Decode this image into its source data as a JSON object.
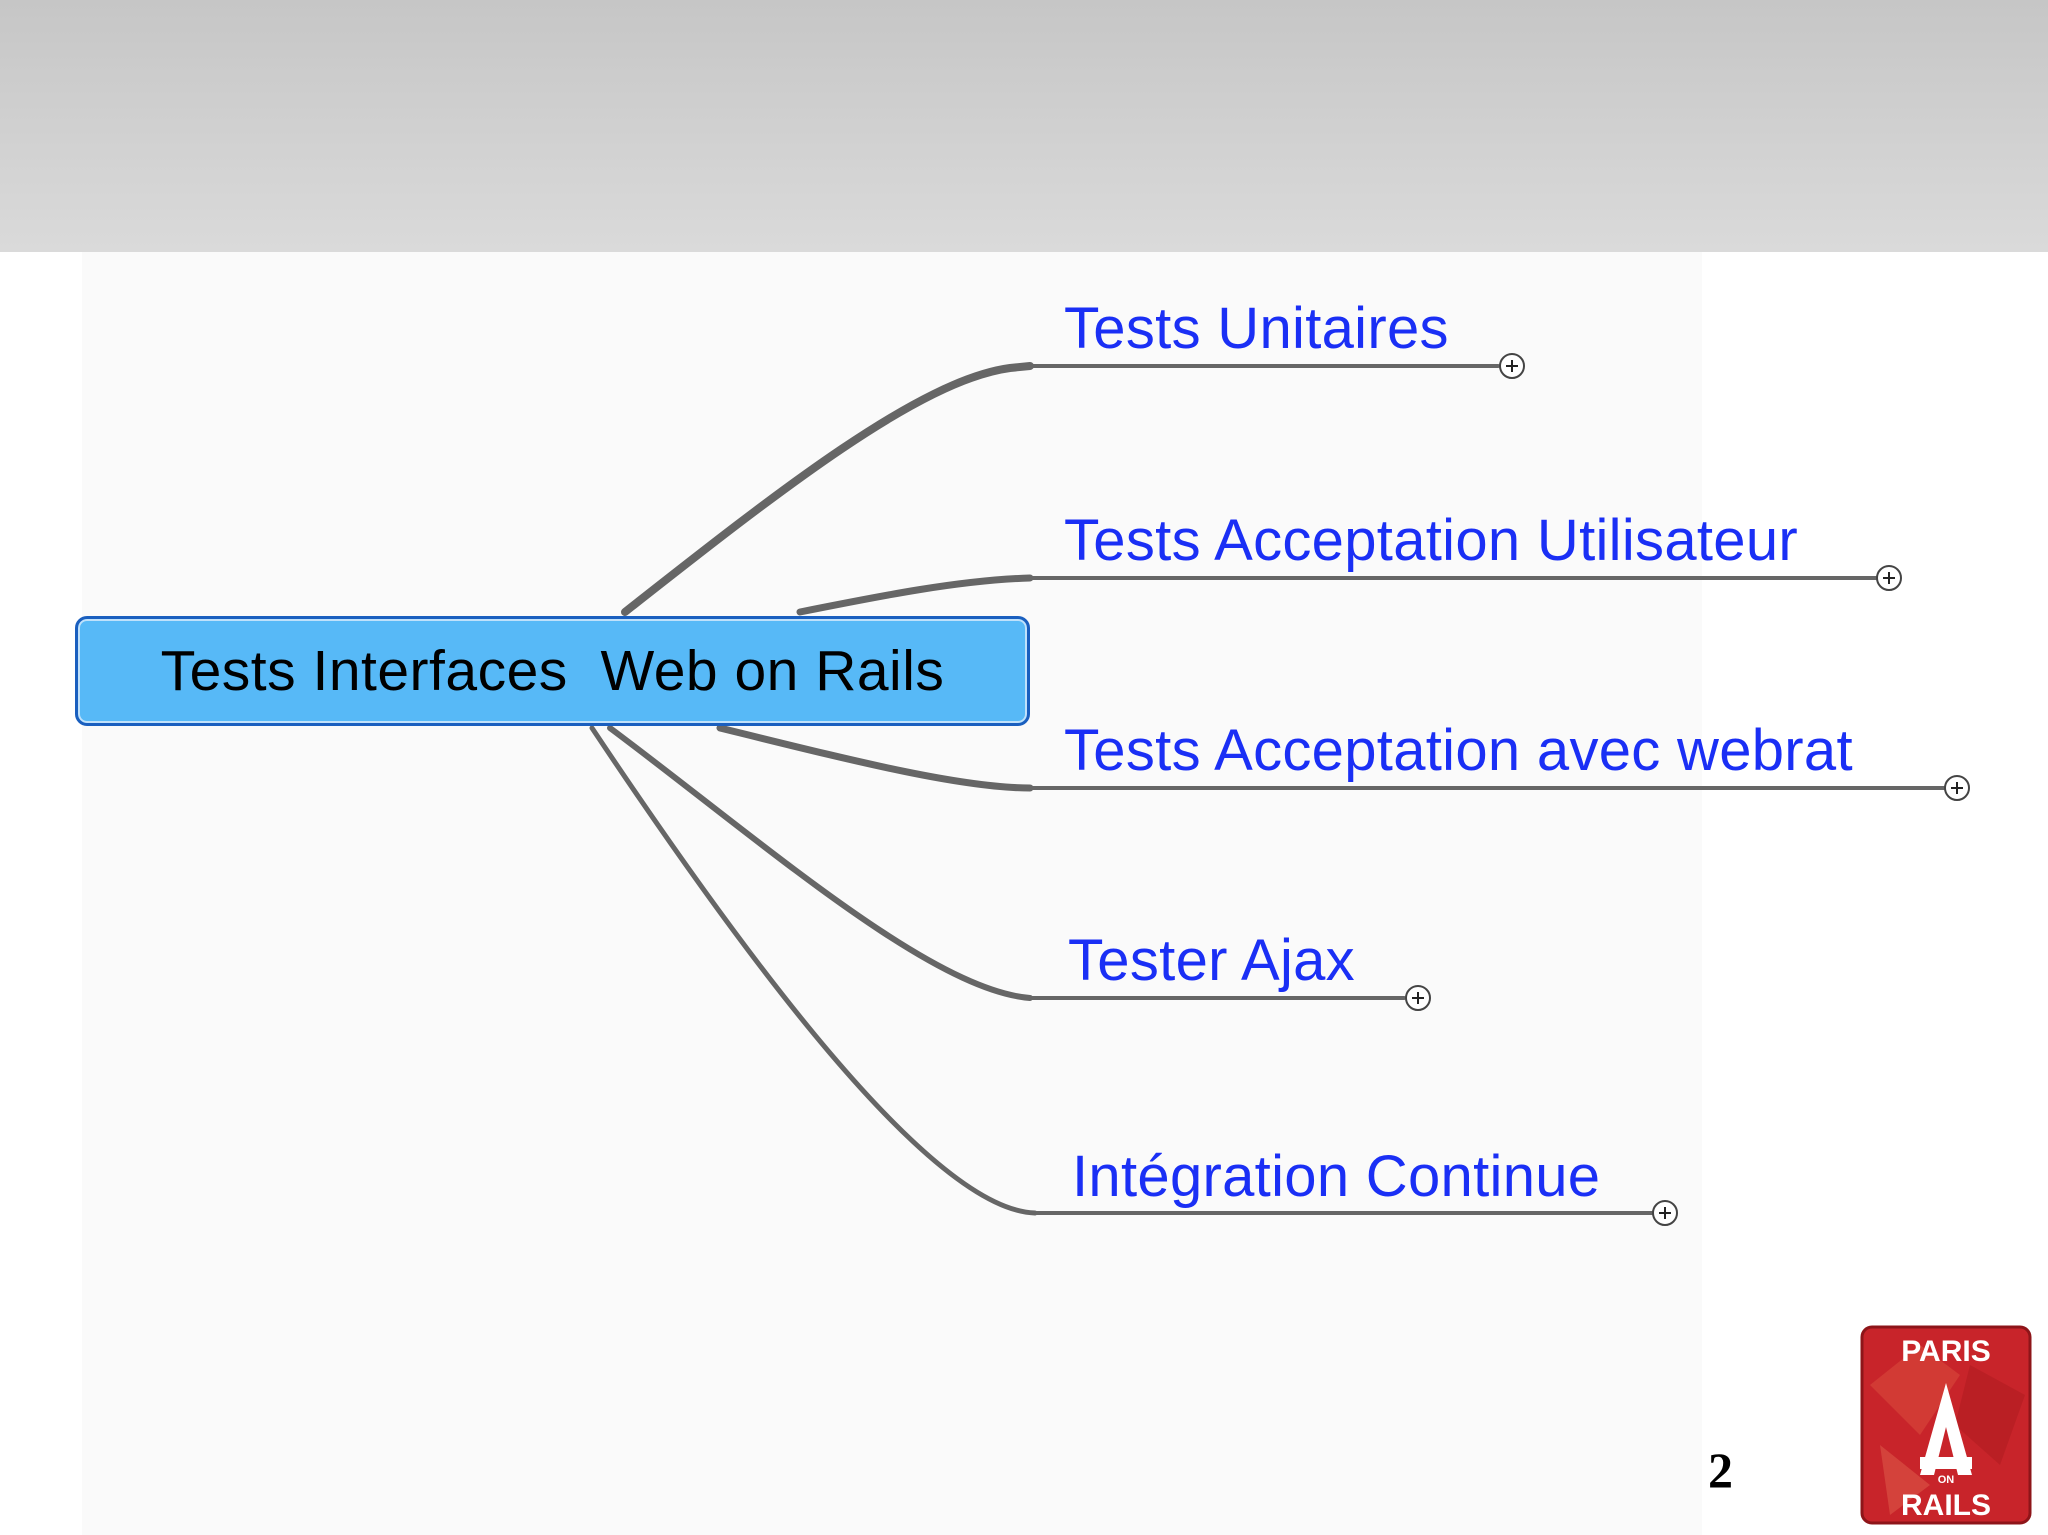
{
  "mindmap": {
    "root_label": "Tests Interfaces  Web on Rails",
    "branches": [
      {
        "label": "Tests Unitaires"
      },
      {
        "label": "Tests Acceptation Utilisateur"
      },
      {
        "label": "Tests Acceptation avec webrat"
      },
      {
        "label": "Tester Ajax"
      },
      {
        "label": "Intégration Continue"
      }
    ],
    "expand_symbol": "+"
  },
  "footer": {
    "page_number": "2",
    "logo_top": "PARIS",
    "logo_mid": "ON",
    "logo_bottom": "RAILS"
  },
  "colors": {
    "branch_text": "#1a2ff5",
    "root_fill": "#57b9f7",
    "root_border": "#1a5fbf",
    "connector": "#666666",
    "logo_red": "#c8242a"
  }
}
